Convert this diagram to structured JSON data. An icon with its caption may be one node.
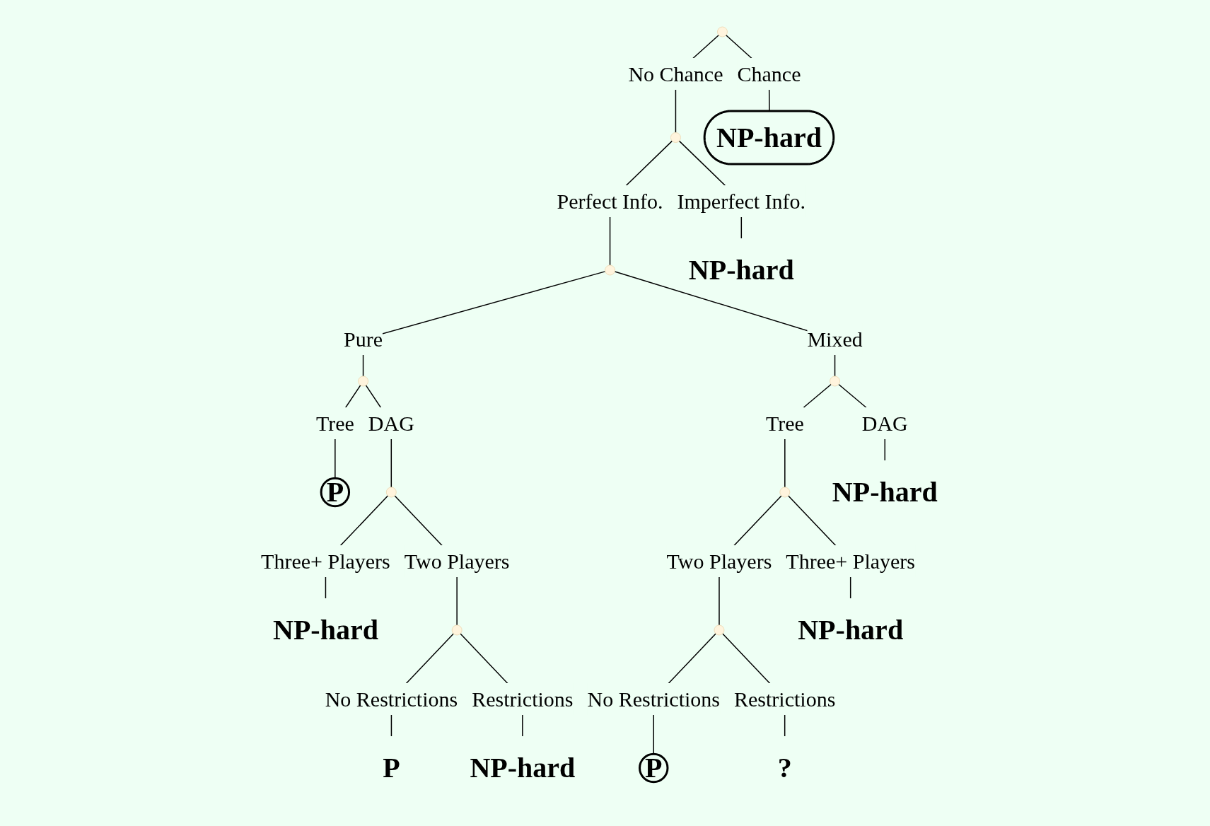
{
  "diagram": {
    "nodes": [
      {
        "text": [],
        "shape": "point"
      },
      {
        "text": [],
        "shape": "point"
      },
      {
        "text": [
          "NP-hard"
        ]
      },
      {
        "text": [],
        "shape": "point"
      },
      {
        "text": [
          "NP-hard"
        ]
      },
      {
        "text": [],
        "shape": "point"
      },
      {
        "text": [],
        "shape": "point"
      },
      {
        "text": [
          "P"
        ]
      },
      {
        "text": [],
        "shape": "point"
      },
      {
        "text": [
          "NP-hard"
        ]
      },
      {
        "text": [],
        "shape": "point"
      },
      {
        "text": [
          "P"
        ]
      },
      {
        "text": [
          "NP-hard"
        ]
      },
      {
        "text": [],
        "shape": "point"
      },
      {
        "text": [
          "NP-hard"
        ]
      },
      {
        "text": [],
        "shape": "point"
      },
      {
        "text": [
          "NP-hard"
        ]
      },
      {
        "text": [
          "P"
        ]
      },
      {
        "text": [
          "?"
        ]
      }
    ],
    "edges": [
      {
        "from": 0,
        "to": 1,
        "arrow": "none",
        "label": "No Chance"
      },
      {
        "from": 0,
        "to": 2,
        "arrow": "none",
        "label": "Chance"
      },
      {
        "from": 1,
        "to": 3,
        "arrow": "none",
        "label": "Perfect Info."
      },
      {
        "from": 1,
        "to": 4,
        "arrow": "none",
        "label": "Imperfect Info."
      },
      {
        "from": 3,
        "to": 5,
        "arrow": "none",
        "label": "Pure"
      },
      {
        "from": 3,
        "to": 6,
        "arrow": "none",
        "label": "Mixed"
      },
      {
        "from": 5,
        "to": 7,
        "arrow": "none",
        "label": "Tree"
      },
      {
        "from": 5,
        "to": 8,
        "arrow": "none",
        "label": "DAG"
      },
      {
        "from": 8,
        "to": 10,
        "arrow": "none",
        "label": "Two Players"
      },
      {
        "from": 8,
        "to": 9,
        "arrow": "none",
        "label": "Three+ Players"
      },
      {
        "from": 10,
        "to": 11,
        "arrow": "none",
        "label": "No Restrictions"
      },
      {
        "from": 10,
        "to": 12,
        "arrow": "none",
        "label": "Restrictions"
      },
      {
        "from": 6,
        "to": 13,
        "arrow": "none",
        "label": "Tree"
      },
      {
        "from": 6,
        "to": 14,
        "arrow": "none",
        "label": "DAG"
      },
      {
        "from": 13,
        "to": 15,
        "arrow": "none",
        "label": "Two Players"
      },
      {
        "from": 13,
        "to": 16,
        "arrow": "none",
        "label": "Three+ Players"
      },
      {
        "from": 15,
        "to": 17,
        "arrow": "none",
        "label": "No Restrictions"
      },
      {
        "from": 15,
        "to": 18,
        "arrow": "none",
        "label": "Restrictions"
      }
    ]
  }
}
